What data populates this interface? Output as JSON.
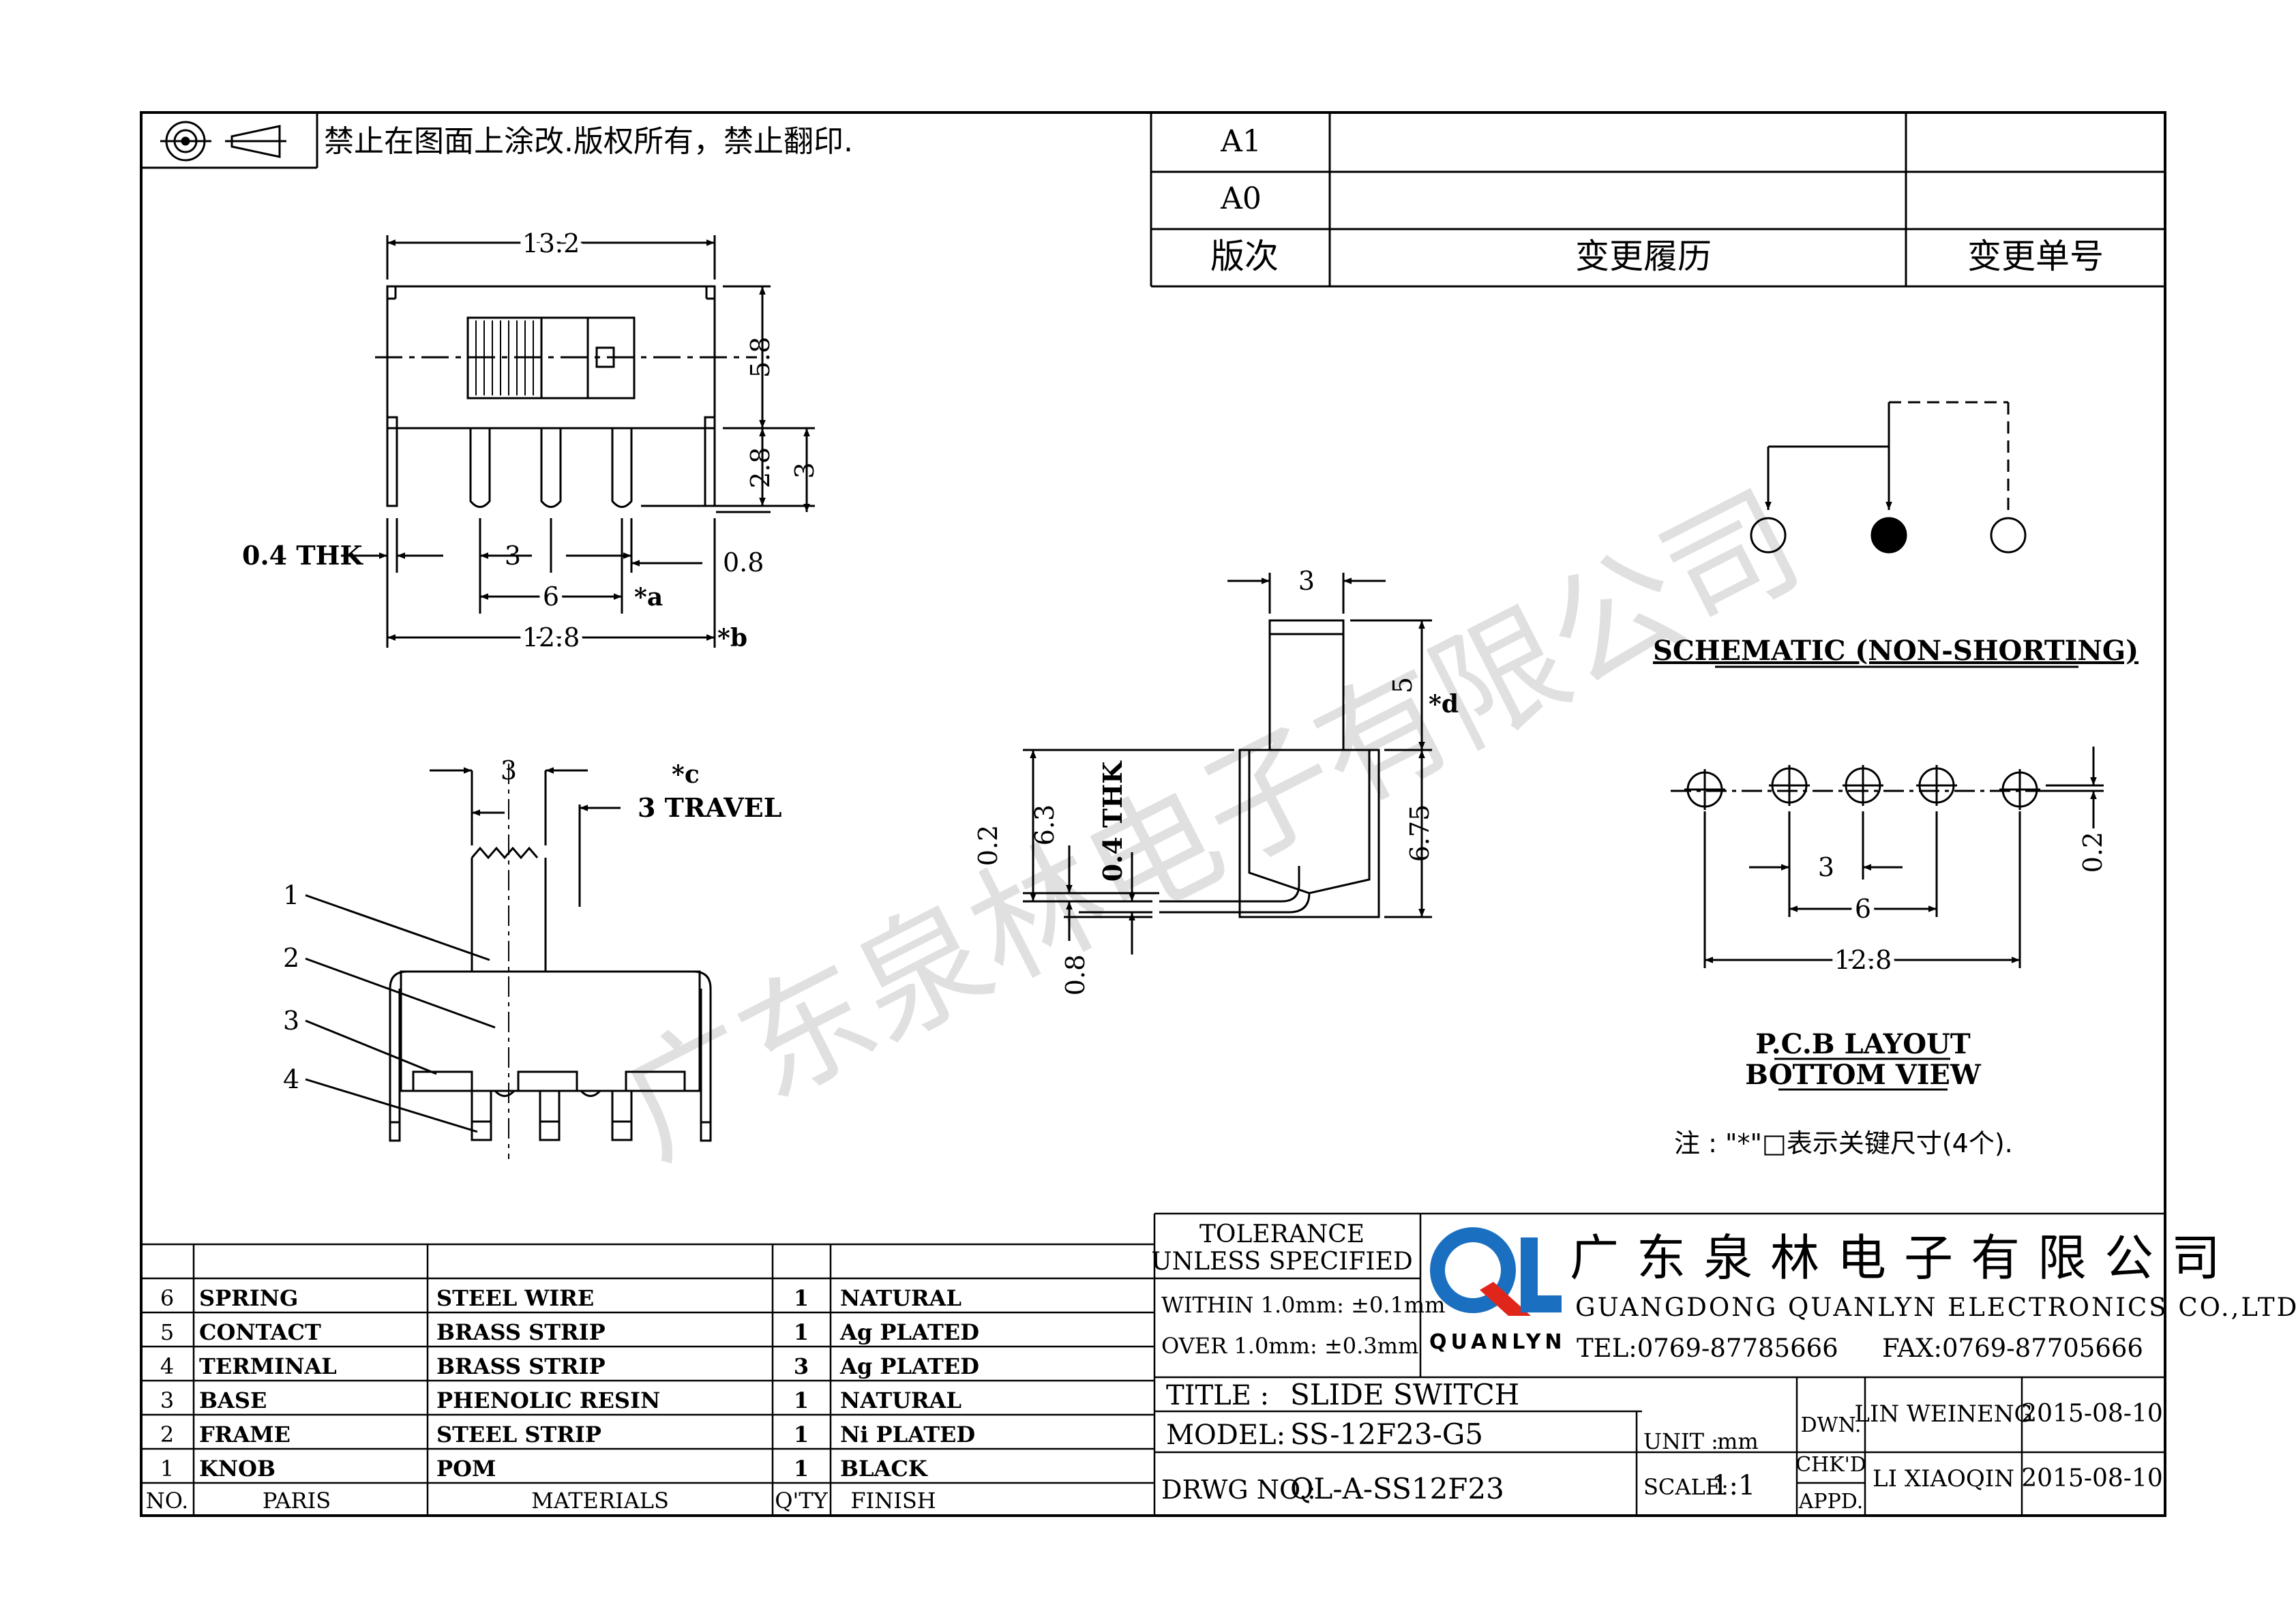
{
  "notice": "禁止在图面上涂改.版权所有，禁止翻印.",
  "revision_table": {
    "rows": [
      "A1",
      "A0"
    ],
    "header": {
      "col1": "版次",
      "col2": "变更履历",
      "col3": "变更单号"
    }
  },
  "top_view": {
    "dims": {
      "width": "13.2",
      "height": "5.8",
      "pin": "2.8",
      "pin_total": "3",
      "thk": "0.4 THK",
      "pitch": "3",
      "pin_w": "0.8",
      "span6": "6",
      "a": "*a",
      "span128": "12.8",
      "b": "*b"
    }
  },
  "section_view": {
    "dims": {
      "knob": "3",
      "c": "*c",
      "travel": "3 TRAVEL"
    },
    "callouts": [
      "1",
      "2",
      "3",
      "4"
    ]
  },
  "side_view": {
    "dims": {
      "knob_w": "3",
      "knob_h": "5",
      "d": "*d",
      "h63": "6.3",
      "h02": "0.2",
      "thk": "0.4 THK",
      "h675": "6.75",
      "h08": "0.8"
    }
  },
  "schematic": {
    "title": "SCHEMATIC (NON-SHORTING)"
  },
  "pcb": {
    "dims": {
      "pitch": "3",
      "span6": "6",
      "span128": "12.8",
      "off": "0.2"
    },
    "title1": "P.C.B LAYOUT",
    "title2": "BOTTOM VIEW",
    "note": "注 : \"*\"□表示关键尺寸(4个)."
  },
  "watermark": "广东泉林电子有限公司",
  "bom": {
    "rows": [
      {
        "no": "6",
        "part": "SPRING",
        "material": "STEEL WIRE",
        "qty": "1",
        "finish": "NATURAL"
      },
      {
        "no": "5",
        "part": "CONTACT",
        "material": "BRASS STRIP",
        "qty": "1",
        "finish": "Ag PLATED"
      },
      {
        "no": "4",
        "part": "TERMINAL",
        "material": "BRASS STRIP",
        "qty": "3",
        "finish": "Ag PLATED"
      },
      {
        "no": "3",
        "part": "BASE",
        "material": "PHENOLIC RESIN",
        "qty": "1",
        "finish": "NATURAL"
      },
      {
        "no": "2",
        "part": "FRAME",
        "material": "STEEL STRIP",
        "qty": "1",
        "finish": "Ni PLATED"
      },
      {
        "no": "1",
        "part": "KNOB",
        "material": "POM",
        "qty": "1",
        "finish": "BLACK"
      }
    ],
    "header": {
      "no": "NO.",
      "part": "PARIS",
      "material": "MATERIALS",
      "qty": "Q'TY",
      "finish": "FINISH"
    }
  },
  "title_block": {
    "tolerance1": "TOLERANCE",
    "tolerance2": "UNLESS SPECIFIED",
    "within": "WITHIN 1.0mm: ±0.1mm",
    "over": "OVER 1.0mm:  ±0.3mm",
    "company_cn": "广东泉林电子有限公司",
    "company_en": "GUANGDONG QUANLYN ELECTRONICS CO.,LTD.",
    "logo_text": "QUANLYN",
    "tel": "TEL:0769-87785666",
    "fax": "FAX:0769-87705666",
    "title_label": "TITLE :",
    "title_value": "SLIDE SWITCH",
    "model_label": "MODEL:",
    "model_value": "SS-12F23-G5",
    "drwg_label": "DRWG NO.:",
    "drwg_value": "QL-A-SS12F23",
    "unit_label": "UNIT :",
    "unit_value": "mm",
    "scale_label": "SCALE:",
    "scale_value": "1:1",
    "dwn_label": "DWN.",
    "dwn_name": "LIN WEINENG",
    "dwn_date": "2015-08-10",
    "chk_label": "CHK'D",
    "appd_label": "APPD.",
    "chk_name": "LI XIAOQIN",
    "chk_date": "2015-08-10"
  },
  "colors": {
    "logo_blue": "#1a6fc0",
    "logo_red": "#e0261b",
    "line": "#000000"
  }
}
